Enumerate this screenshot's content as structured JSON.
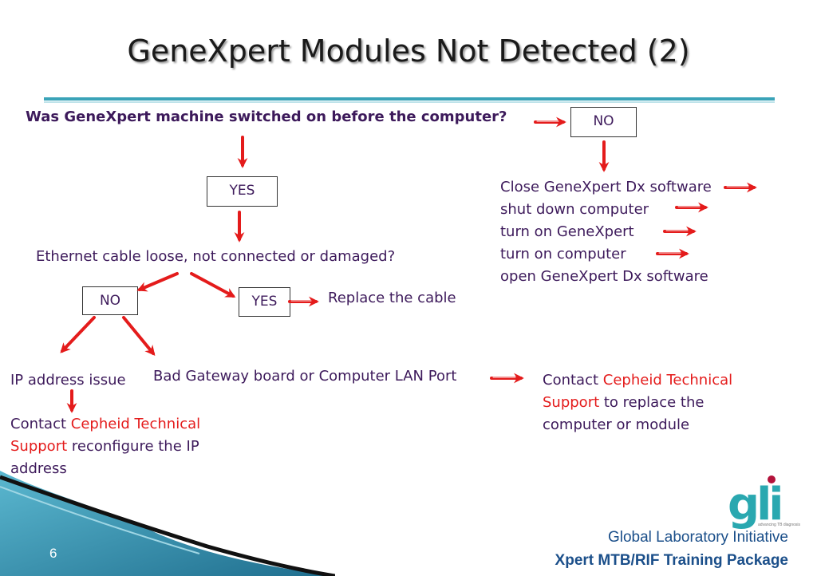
{
  "title": "GeneXpert Modules Not Detected (2)",
  "question": "Was GeneXpert machine switched on before the computer?",
  "no_top": "NO",
  "yes_top": "YES",
  "steps": [
    "Close GeneXpert Dx software",
    "shut down computer",
    "turn on GeneXpert",
    "turn on computer",
    "open GeneXpert Dx software"
  ],
  "ethernet_question": "Ethernet cable loose, not connected or damaged?",
  "no_eth": "NO",
  "yes_eth": "YES",
  "replace_cable": "Replace the cable",
  "ip_issue": "IP address issue",
  "bad_gateway": "Bad Gateway board or Computer LAN Port",
  "contact_left": {
    "prefix": "Contact ",
    "highlight1": "Cepheid Technical",
    "highlight2": "Support",
    "suffix1": " reconfigure the IP",
    "suffix2": "address"
  },
  "contact_right": {
    "prefix": "Contact ",
    "highlight1": "Cepheid Technical",
    "highlight2": "Support",
    "suffix1": " to replace the",
    "suffix2": "computer or module"
  },
  "footer": {
    "org": "Global Laboratory Initiative",
    "package": "Xpert MTB/RIF Training Package",
    "page": "6",
    "logo": "gli",
    "logo_tagline": "advancing TB diagnosis"
  },
  "colors": {
    "arrow": "#e41b1b",
    "accent": "#3aa3b8",
    "text": "#3d1a5b",
    "footer": "#1b4f8a"
  }
}
